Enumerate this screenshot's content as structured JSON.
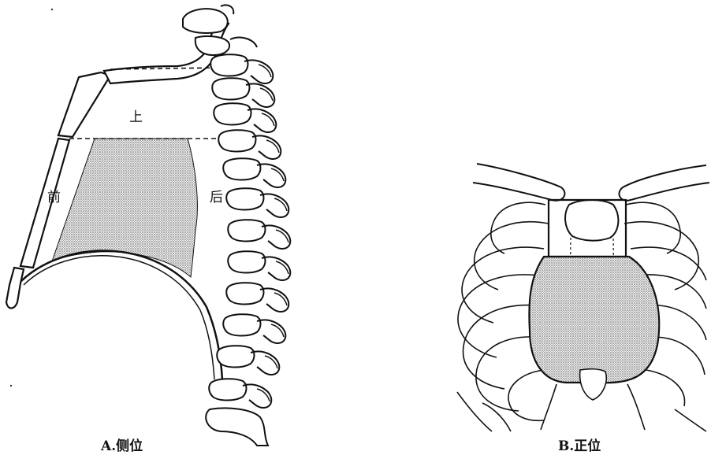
{
  "figure": {
    "panel_a": {
      "caption": "A.侧位",
      "labels": {
        "upper": "上",
        "anterior": "前",
        "posterior": "后"
      }
    },
    "panel_b": {
      "caption": "B.正位"
    }
  }
}
